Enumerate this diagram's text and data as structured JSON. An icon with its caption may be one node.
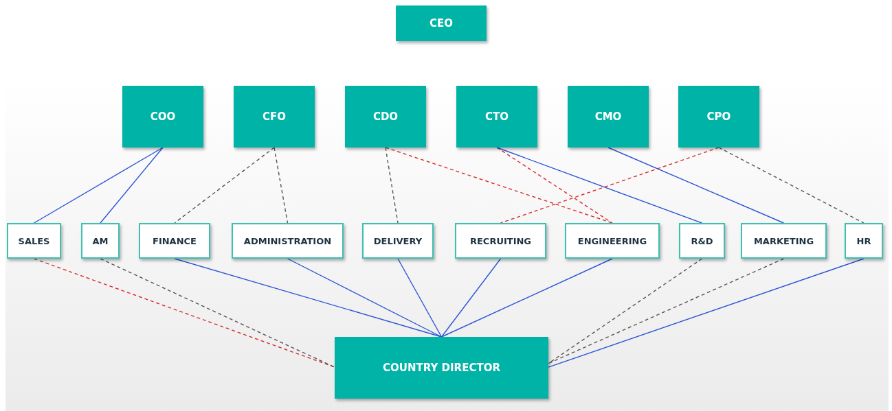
{
  "diagram": {
    "nodes": [
      {
        "text": [
          "CEO"
        ]
      },
      {
        "text": [
          "COO"
        ]
      },
      {
        "text": [
          "CFO"
        ]
      },
      {
        "text": [
          "CDO"
        ]
      },
      {
        "text": [
          "CTO"
        ]
      },
      {
        "text": [
          "CMO"
        ]
      },
      {
        "text": [
          "CPO"
        ]
      },
      {
        "text": [
          "SALES"
        ]
      },
      {
        "text": [
          "AM"
        ]
      },
      {
        "text": [
          "FINANCE"
        ]
      },
      {
        "text": [
          "ADMINISTRATION"
        ]
      },
      {
        "text": [
          "DELIVERY"
        ]
      },
      {
        "text": [
          "RECRUITING"
        ]
      },
      {
        "text": [
          "ENGINEERING"
        ]
      },
      {
        "text": [
          "R&D"
        ]
      },
      {
        "text": [
          "MARKETING"
        ]
      },
      {
        "text": [
          "HR"
        ]
      },
      {
        "text": [
          "COUNTRY DIRECTOR"
        ]
      }
    ],
    "edges": [
      {
        "from": 1,
        "to": 7,
        "arrow": "none"
      },
      {
        "from": 1,
        "to": 8,
        "arrow": "none"
      },
      {
        "from": 2,
        "to": 9,
        "arrow": "none",
        "style": "dashed",
        "color": "#555555"
      },
      {
        "from": 2,
        "to": 10,
        "arrow": "none",
        "style": "dashed",
        "color": "#555555"
      },
      {
        "from": 3,
        "to": 11,
        "arrow": "none",
        "style": "dashed",
        "color": "#555555"
      },
      {
        "from": 3,
        "to": 13,
        "arrow": "none",
        "style": "dashed",
        "color": "#d62b2b"
      },
      {
        "from": 4,
        "to": 13,
        "arrow": "none",
        "style": "dashed",
        "color": "#d62b2b"
      },
      {
        "from": 4,
        "to": 14,
        "arrow": "none"
      },
      {
        "from": 5,
        "to": 15,
        "arrow": "none"
      },
      {
        "from": 6,
        "to": 12,
        "arrow": "none",
        "style": "dashed",
        "color": "#d62b2b"
      },
      {
        "from": 6,
        "to": 16,
        "arrow": "none",
        "style": "dashed",
        "color": "#555555"
      },
      {
        "from": 7,
        "to": 17,
        "arrow": "none",
        "style": "dashed",
        "color": "#d62b2b"
      },
      {
        "from": 8,
        "to": 17,
        "arrow": "none",
        "style": "dashed",
        "color": "#555555"
      },
      {
        "from": 9,
        "to": 17,
        "arrow": "none"
      },
      {
        "from": 10,
        "to": 17,
        "arrow": "none"
      },
      {
        "from": 11,
        "to": 17,
        "arrow": "none"
      },
      {
        "from": 12,
        "to": 17,
        "arrow": "none"
      },
      {
        "from": 13,
        "to": 17,
        "arrow": "none"
      },
      {
        "from": 14,
        "to": 17,
        "arrow": "none",
        "style": "dashed",
        "color": "#555555"
      },
      {
        "from": 15,
        "to": 17,
        "arrow": "none",
        "style": "dashed",
        "color": "#555555"
      },
      {
        "from": 16,
        "to": 17,
        "arrow": "none"
      }
    ]
  }
}
